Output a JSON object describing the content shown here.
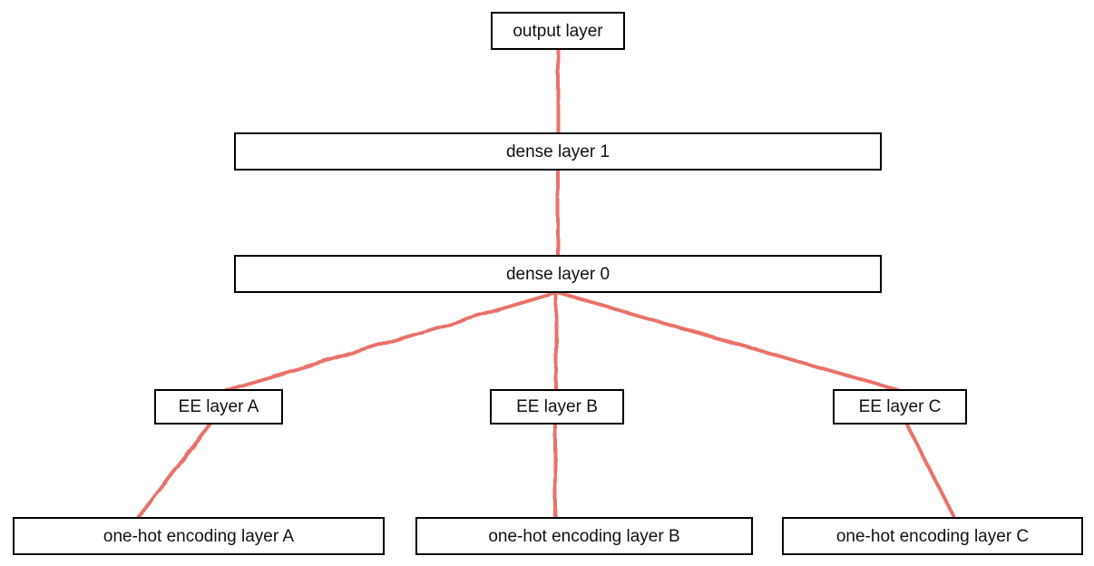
{
  "diagram": {
    "type": "neural-network-architecture",
    "nodes": {
      "output": {
        "label": "output layer"
      },
      "dense1": {
        "label": "dense layer 1"
      },
      "dense0": {
        "label": "dense layer 0"
      },
      "ee_a": {
        "label": "EE layer A"
      },
      "ee_b": {
        "label": "EE layer B"
      },
      "ee_c": {
        "label": "EE layer C"
      },
      "onehot_a": {
        "label": "one-hot encoding layer A"
      },
      "onehot_b": {
        "label": "one-hot encoding layer B"
      },
      "onehot_c": {
        "label": "one-hot encoding layer C"
      }
    },
    "edges": [
      {
        "from": "dense1",
        "to": "output"
      },
      {
        "from": "dense0",
        "to": "dense1"
      },
      {
        "from": "ee_a",
        "to": "dense0"
      },
      {
        "from": "ee_b",
        "to": "dense0"
      },
      {
        "from": "ee_c",
        "to": "dense0"
      },
      {
        "from": "onehot_a",
        "to": "ee_a"
      },
      {
        "from": "onehot_b",
        "to": "ee_b"
      },
      {
        "from": "onehot_c",
        "to": "ee_c"
      }
    ],
    "colors": {
      "edge": "#e8655c",
      "box_border": "#000000",
      "box_fill": "#ffffff",
      "text": "#111111",
      "background": "#ffffff"
    }
  }
}
